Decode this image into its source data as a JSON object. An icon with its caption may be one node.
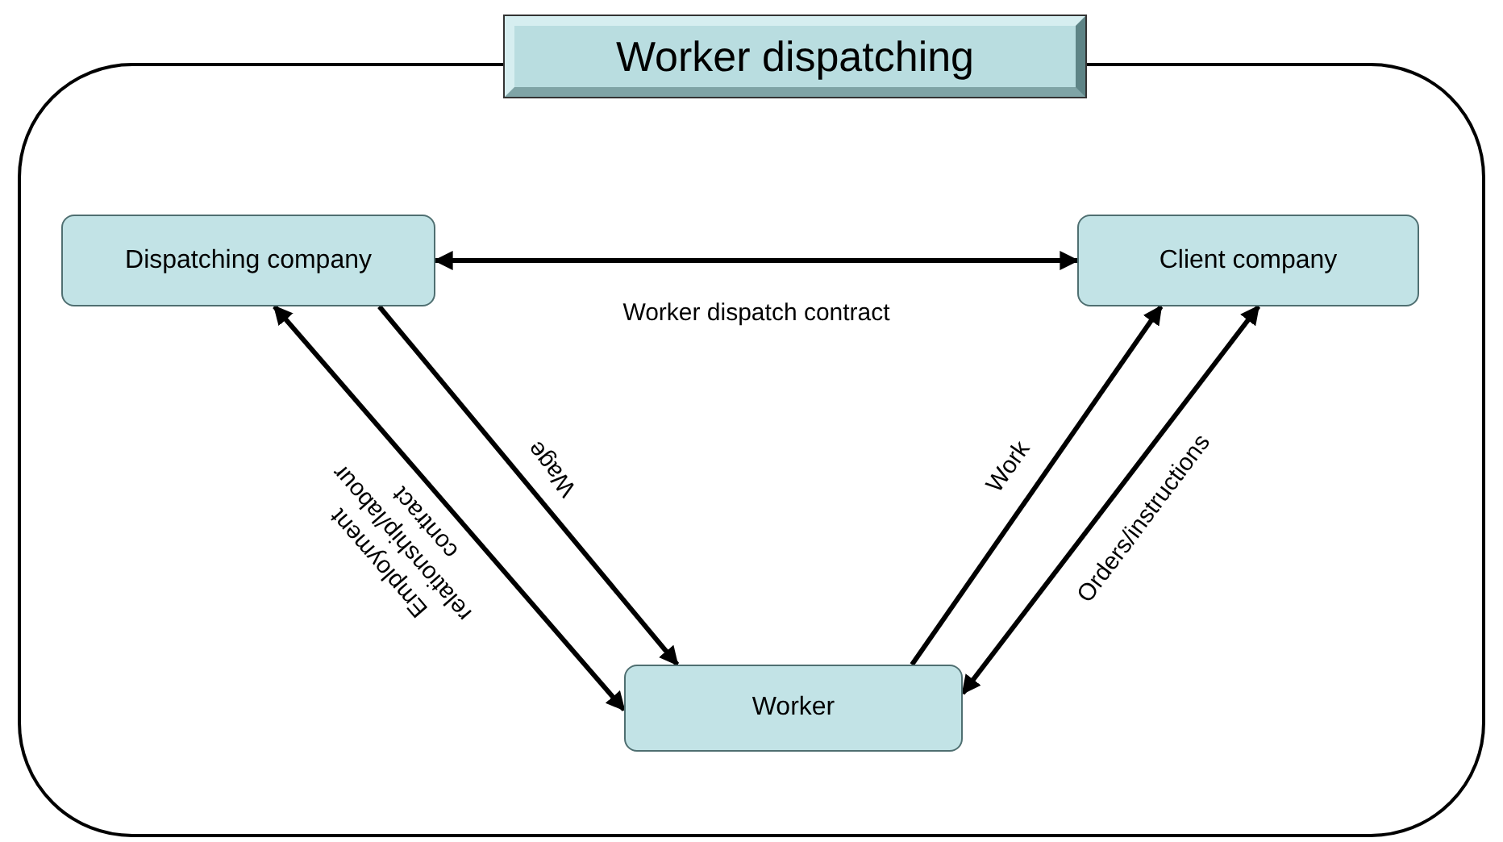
{
  "diagram": {
    "nodes": [
      {
        "text": [
          "Worker dispatching"
        ]
      },
      {
        "text": [
          "Dispatching company"
        ]
      },
      {
        "text": [
          "Client company"
        ]
      },
      {
        "text": [
          "Worker"
        ]
      }
    ],
    "edges": [
      {
        "from": 1,
        "to": 2,
        "arrow": "both",
        "label": "Worker dispatch contract"
      },
      {
        "from": 1,
        "to": 3,
        "arrow": "both",
        "label": "Employment relationship/labour contract"
      },
      {
        "from": 1,
        "to": 3,
        "arrow": "to",
        "label": "Wage"
      },
      {
        "from": 3,
        "to": 2,
        "arrow": "to",
        "label": "Work"
      },
      {
        "from": 2,
        "to": 3,
        "arrow": "both",
        "label": "Orders/instructions"
      }
    ]
  }
}
